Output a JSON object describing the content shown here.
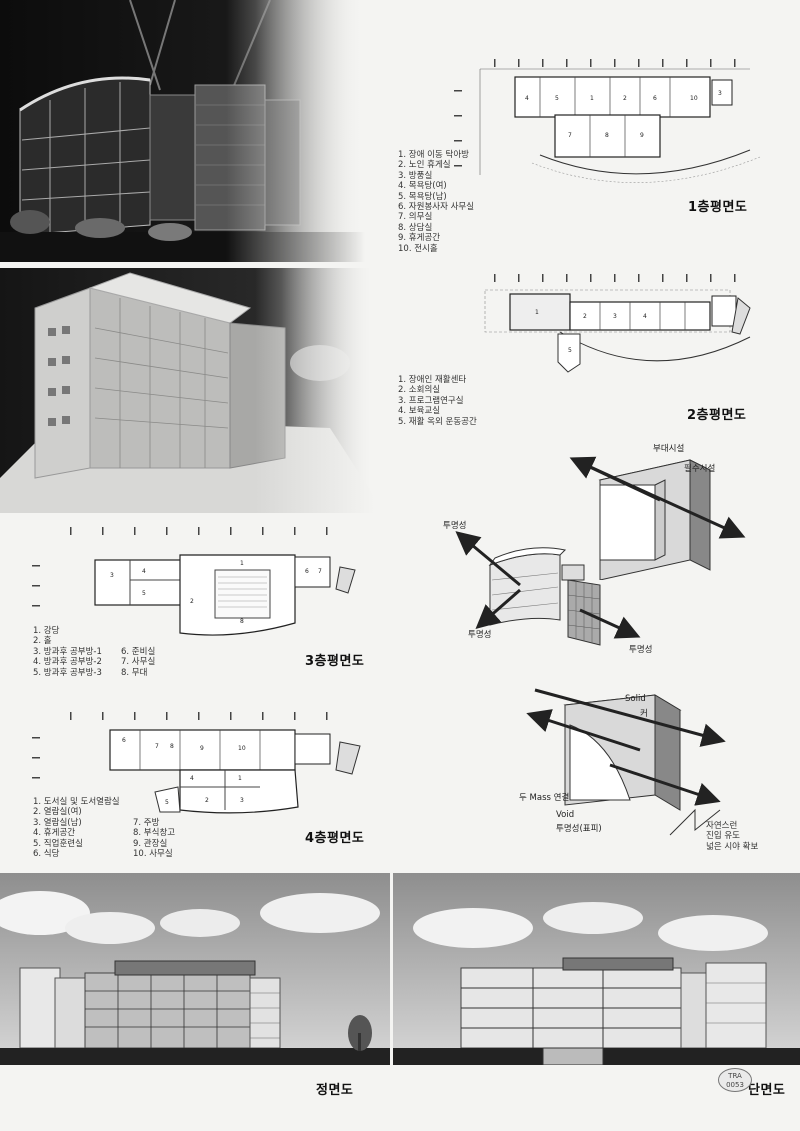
{
  "plans": {
    "floor1": {
      "title": "1층평면도",
      "legend": [
        "1. 장애 이동 탁아방",
        "2. 노인 휴게실",
        "3. 방풍실",
        "4. 목욕탕(여)",
        "5. 목욕탕(남)",
        "6. 자원봉사자 사무실",
        "7. 의무실",
        "8. 상담실",
        "9. 휴게공간",
        "10. 전시홀"
      ],
      "room_numbers": [
        "1",
        "2",
        "3",
        "4",
        "5",
        "6",
        "7",
        "8",
        "9",
        "10"
      ]
    },
    "floor2": {
      "title": "2층평면도",
      "legend": [
        "1. 장애인 재활센타",
        "2. 소회의실",
        "3. 프로그램연구실",
        "4. 보육교실",
        "5. 재활 옥외 운동공간"
      ],
      "room_numbers": [
        "1",
        "2",
        "3",
        "4",
        "5"
      ]
    },
    "floor3": {
      "title": "3층평면도",
      "legend_col1": [
        "1. 강당",
        "2. 홀",
        "3. 방과후 공부방-1",
        "4. 방과후 공부방-2",
        "5. 방과후 공부방-3"
      ],
      "legend_col2": [
        "6. 준비실",
        "7. 사무실",
        "8. 무대"
      ],
      "room_numbers": [
        "1",
        "2",
        "3",
        "4",
        "5",
        "6",
        "7",
        "8"
      ]
    },
    "floor4": {
      "title": "4층평면도",
      "legend_col1": [
        "1. 도서실 및 도서열람실",
        "2. 열람실(여)",
        "3. 열람실(남)",
        "4. 휴게공간",
        "5. 직업훈련실",
        "6. 식당"
      ],
      "legend_col2": [
        "7. 주방",
        "8. 부식창고",
        "9. 관장실",
        "10. 사무실"
      ],
      "room_numbers": [
        "1",
        "2",
        "3",
        "4",
        "5",
        "6",
        "7",
        "8",
        "9",
        "10"
      ]
    }
  },
  "diagrams": {
    "d1": {
      "label_top": "부대시설",
      "label_right": "필수시설"
    },
    "d2": {
      "label_left": "투명성",
      "label_bottom_left": "투명성",
      "label_right": "투명성"
    },
    "d3": {
      "label_solid": "Solid",
      "label_wall": "커",
      "label_mass": "두 Mass 연결",
      "label_void": "Void",
      "label_transparency": "투명성(표피)",
      "notes": [
        "자연스런",
        "진입 유도",
        "넓은 시야 확보"
      ]
    }
  },
  "elevations": {
    "front_title": "정면도",
    "section_title": "단면도"
  },
  "page_badge": {
    "line1": "TRA",
    "line2": "0053"
  }
}
